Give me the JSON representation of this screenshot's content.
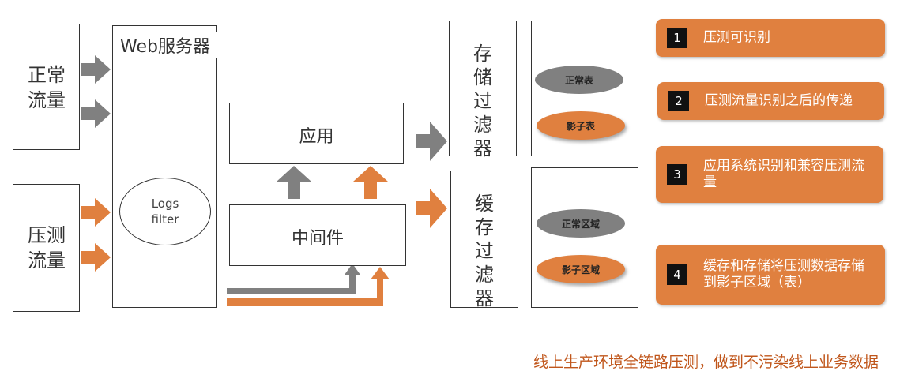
{
  "sources": {
    "normal": "正常流量",
    "pressure": "压测流量"
  },
  "web_server": {
    "title": "Web服务器",
    "logs_filter": "Logs filter"
  },
  "app_box": "应用",
  "middleware_box": "中间件",
  "storage_filter": "存储过滤器",
  "cache_filter": "缓存过滤器",
  "storage_tables": {
    "normal": "正常表",
    "shadow": "影子表"
  },
  "cache_regions": {
    "normal": "正常区域",
    "shadow": "影子区域"
  },
  "steps": [
    {
      "num": "1",
      "text": "压测可识别"
    },
    {
      "num": "2",
      "text": "压测流量识别之后的传递"
    },
    {
      "num": "3",
      "text": "应用系统识别和兼容压测流量"
    },
    {
      "num": "4",
      "text": "缓存和存储将压测数据存储到影子区域（表）"
    }
  ],
  "caption": "线上生产环境全链路压测，做到不污染线上业务数据",
  "colors": {
    "orange": "#e0803f",
    "gray": "#808080",
    "step_bg": "#e0803f",
    "caption": "#c0561b"
  }
}
